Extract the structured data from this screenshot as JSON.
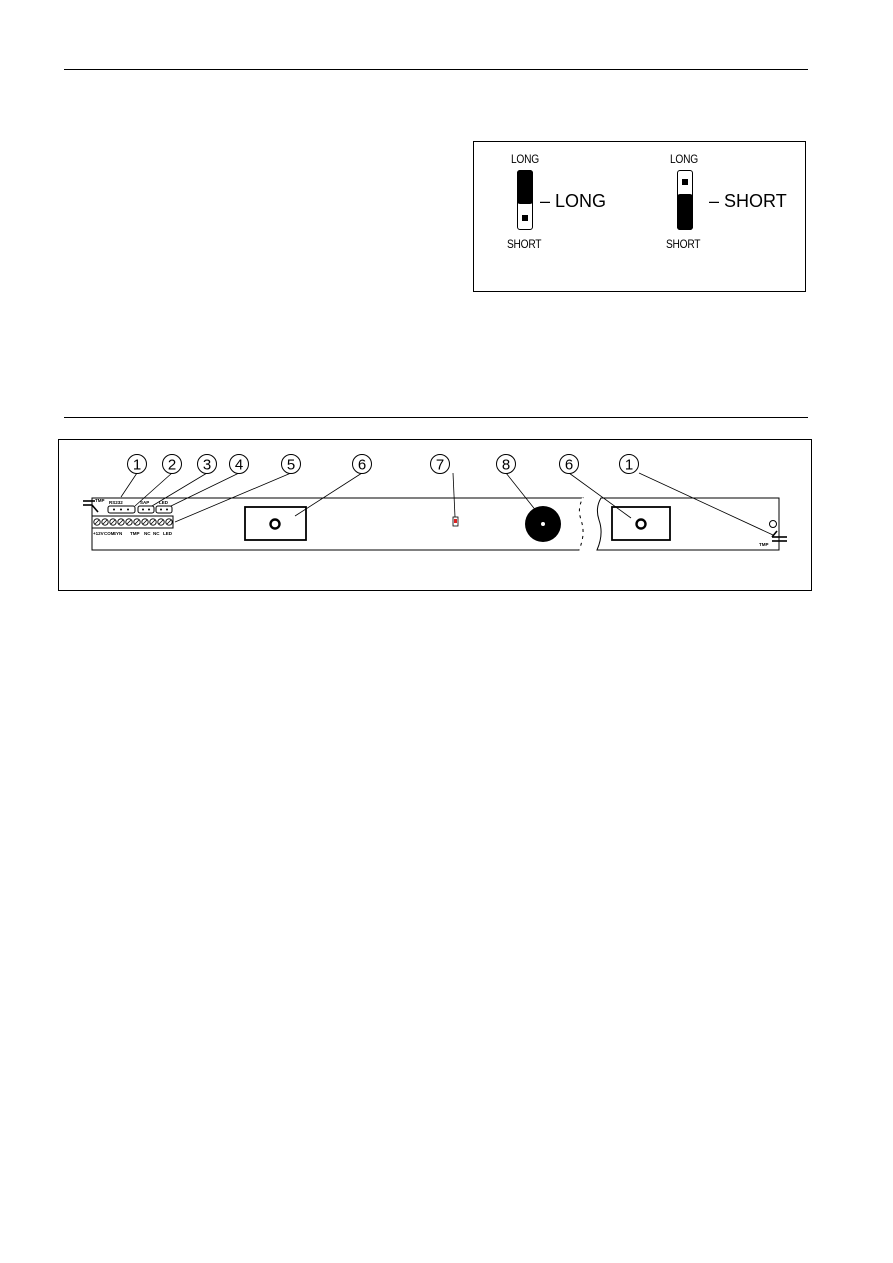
{
  "jumper_figure": {
    "left": {
      "top_label": "LONG",
      "bottom_label": "SHORT",
      "caption": "– LONG"
    },
    "right": {
      "top_label": "LONG",
      "bottom_label": "SHORT",
      "caption": "– SHORT"
    }
  },
  "board_figure": {
    "callouts": [
      "1",
      "2",
      "3",
      "4",
      "5",
      "6",
      "7",
      "8",
      "6",
      "1"
    ],
    "jumper_labels": {
      "tmp": "TMP",
      "rs232": "RS232",
      "sap": "SAP",
      "led": "LED"
    },
    "terminal_labels": [
      "+12V",
      "COM",
      "SYN",
      "TMP",
      "NC",
      "NC",
      "LED"
    ],
    "right_tmp_label": "TMP"
  }
}
